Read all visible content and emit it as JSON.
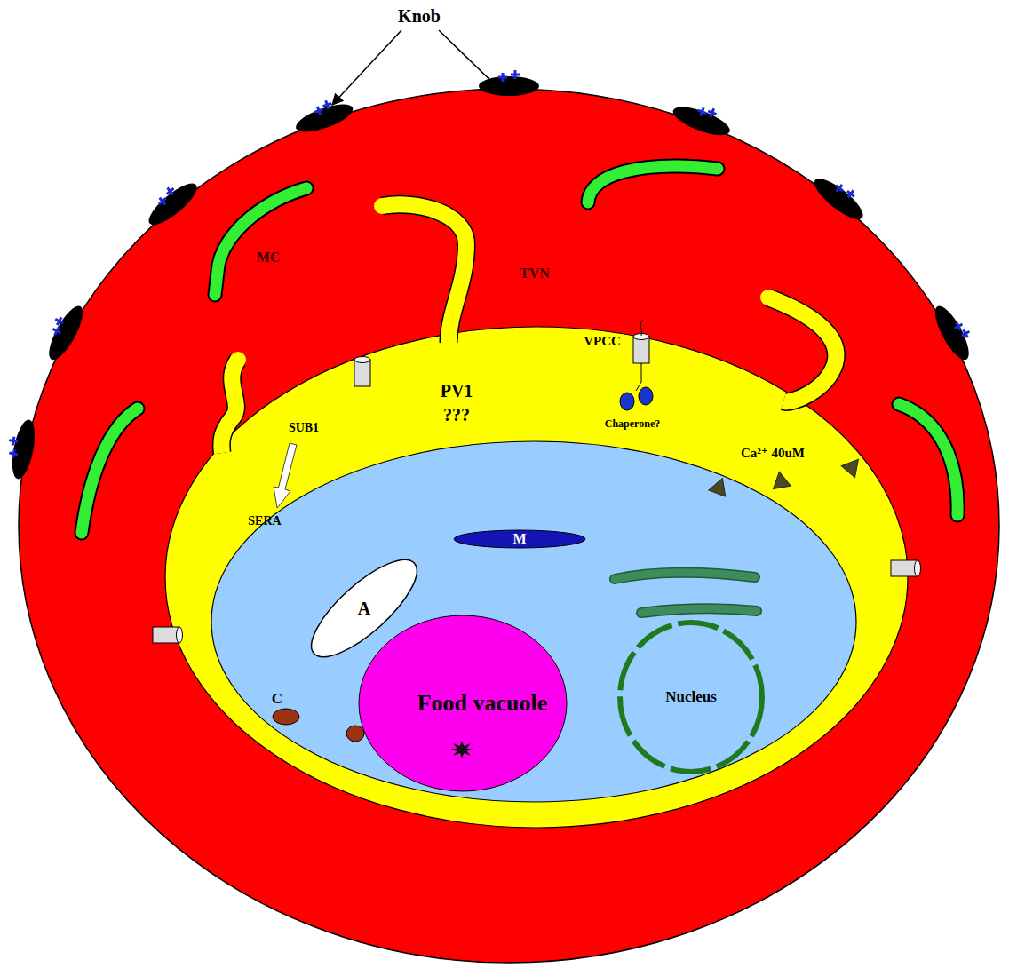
{
  "diagram": {
    "nodes": [
      {
        "text": [
          "M"
        ]
      },
      {
        "text": [
          "A"
        ]
      },
      {
        "text": [
          "Food vacuole"
        ]
      },
      {
        "text": [
          "Nucleus"
        ]
      }
    ],
    "labels": [
      "Knob",
      "MC",
      "TVN",
      "PV1",
      "???",
      "VPCC",
      "Chaperone?",
      "SUB1",
      "SERA",
      "Ca²⁺ 40uM",
      "C"
    ]
  }
}
